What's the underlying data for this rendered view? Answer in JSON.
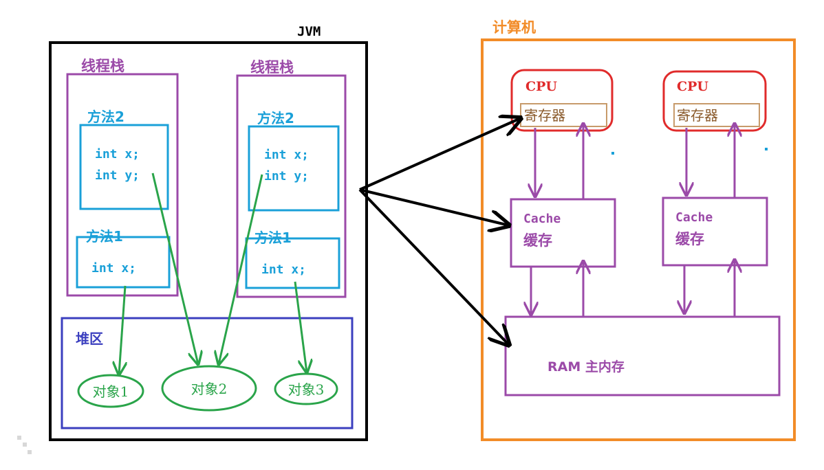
{
  "jvm": {
    "title": "JVM",
    "stack_left": {
      "title": "线程栈",
      "method2": {
        "title": "方法2",
        "lines": [
          "int x;",
          "int y;"
        ]
      },
      "method1": {
        "title": "方法1",
        "lines": [
          "int x;"
        ]
      }
    },
    "stack_right": {
      "title": "线程栈",
      "method2": {
        "title": "方法2",
        "lines": [
          "int x;",
          "int y;"
        ]
      },
      "method1": {
        "title": "方法1",
        "lines": [
          "int x;"
        ]
      }
    },
    "heap": {
      "title": "堆区",
      "objects": [
        "对象1",
        "对象2",
        "对象3"
      ]
    }
  },
  "computer": {
    "title": "计算机",
    "cpus": [
      {
        "title": "CPU",
        "register": "寄存器",
        "cache_line1": "Cache",
        "cache_line2": "缓存"
      },
      {
        "title": "CPU",
        "register": "寄存器",
        "cache_line1": "Cache",
        "cache_line2": "缓存"
      }
    ],
    "ram": "RAM 主内存"
  },
  "colors": {
    "black": "#000000",
    "purple": "#9b4aa8",
    "cyan": "#1aa0d8",
    "blue": "#3b3fbf",
    "green": "#2aa44a",
    "orange": "#f28c28",
    "red": "#e02b2b",
    "tan": "#c79a6a",
    "brown": "#8a5a2b"
  }
}
